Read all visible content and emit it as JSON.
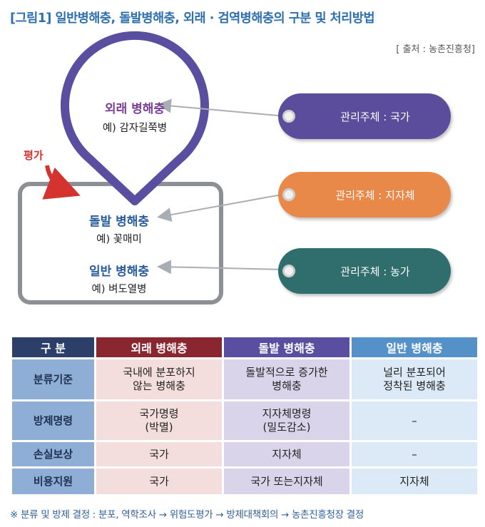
{
  "title": "[그림1] 일반병해충, 돌발병해충, 외래 · 검역병해충의 구분 및 처리방법",
  "source": "[ 출처 : 농촌진흥청]",
  "diagram": {
    "evaluate_label": "평가",
    "pests": [
      {
        "name": "외래 병해충",
        "example": "예) 감자길쭉병",
        "color": "#7b3f9a"
      },
      {
        "name": "돌발 병해충",
        "example": "예) 꽃매미",
        "color": "#2a5d9f"
      },
      {
        "name": "일반 병해충",
        "example": "예) 벼도열병",
        "color": "#2a5d9f"
      }
    ],
    "managers": [
      {
        "label": "관리주체 : 국가",
        "color": "#5b4d9c"
      },
      {
        "label": "관리주체 : 지자체",
        "color": "#e8894a"
      },
      {
        "label": "관리주체 : 농가",
        "color": "#2f6e6c"
      }
    ]
  },
  "table": {
    "headers": [
      "구 분",
      "외래 병해충",
      "돌발 병해충",
      "일반 병해충"
    ],
    "rows": [
      {
        "label": "분류기준",
        "foreign": "국내에 분포하지\n않는 병해충",
        "sudden": "돌발적으로 증가한\n병해충",
        "general": "널리 분포되어\n정착된 병해충"
      },
      {
        "label": "방제명령",
        "foreign": "국가명령\n(박멸)",
        "sudden": "지자체명령\n(밀도감소)",
        "general": "–"
      },
      {
        "label": "손실보상",
        "foreign": "국가",
        "sudden": "지자체",
        "general": "–"
      },
      {
        "label": "비용지원",
        "foreign": "국가",
        "sudden": "국가 또는지자체",
        "general": "지자체"
      }
    ]
  },
  "note": "※ 분류 및 방제 결정 : 분포, 역학조사 → 위험도평가 → 방제대책회의 → 농촌진흥청장 결정"
}
